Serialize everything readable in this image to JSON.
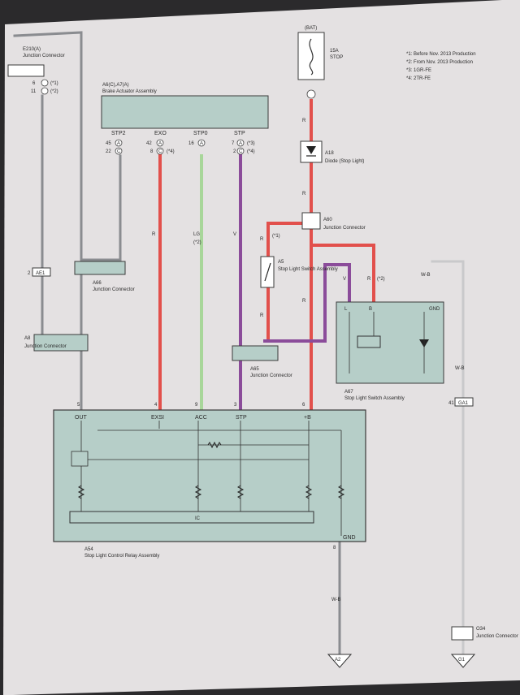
{
  "notes": [
    "*1: Before Nov. 2013 Production",
    "*2: From Nov. 2013 Production",
    "*3: 1GR-FE",
    "*4: 2TR-FE"
  ],
  "fuse": {
    "source": "(BAT)",
    "rating": "15A",
    "name": "STOP"
  },
  "junction_top_left": {
    "code": "E210(A)",
    "name": "Junction Connector",
    "pin1": "6",
    "pin1_note": "(*1)",
    "pin2": "11",
    "pin2_note": "(*2)"
  },
  "brake_actuator": {
    "code": "A6(C),A7(A)",
    "name": "Brake Actuator Assembly",
    "pins": [
      "STP2",
      "EXO",
      "STP0",
      "STP"
    ],
    "row1": [
      {
        "num": "45",
        "conn": "A",
        "note": ""
      },
      {
        "num": "42",
        "conn": "A",
        "note": ""
      },
      {
        "num": "16",
        "conn": "A",
        "note": ""
      },
      {
        "num": "7",
        "conn": "A",
        "note": "(*3)"
      }
    ],
    "row2": [
      {
        "num": "22",
        "conn": "C",
        "note": ""
      },
      {
        "num": "8",
        "conn": "C",
        "note": "(*4)"
      },
      {
        "num": "",
        "conn": "",
        "note": ""
      },
      {
        "num": "2",
        "conn": "C",
        "note": "(*4)"
      }
    ]
  },
  "wire_colors": {
    "R": "R",
    "LG": "LG",
    "V": "V",
    "WB": "W-B",
    "note2": "(*2)",
    "note1": "(*1)"
  },
  "diode": {
    "code": "A18",
    "name": "Diode (Stop Light)"
  },
  "junction_a60": {
    "code": "A60",
    "name": "Junction Connector"
  },
  "stop_switch": {
    "code": "A5",
    "name": "Stop Light Switch Assembly"
  },
  "switch_assy_a67": {
    "code": "A67",
    "name": "Stop Light Switch Assembly",
    "terminals": [
      "L",
      "B",
      "GND"
    ]
  },
  "junction_a66": {
    "code": "A66",
    "name": "Junction Connector"
  },
  "junction_a8": {
    "code": "A8",
    "name": "Junction Connector"
  },
  "junction_a65": {
    "code": "A65",
    "name": "Junction Connector"
  },
  "connector_ae1": {
    "label": "AE1",
    "pin": "2"
  },
  "connector_ga1": {
    "label": "GA1",
    "pin": "41"
  },
  "relay": {
    "code": "A54",
    "name": "Stop Light Control Relay Assembly",
    "terminals": [
      "OUT",
      "EXSI",
      "ACC",
      "STP",
      "+B",
      "GND"
    ],
    "pin_numbers": [
      "5",
      "4",
      "9",
      "3",
      "6",
      "8"
    ],
    "ic": "IC"
  },
  "junction_o34": {
    "code": "O34",
    "name": "Junction Connector"
  },
  "grounds": [
    "A2",
    "G1"
  ],
  "colors": {
    "red": "#e2504c",
    "lightgreen": "#a8d69a",
    "violet": "#8b4c9a",
    "gray": "#8a8c90",
    "box": "#b6cec8",
    "paper": "#e4e1e2"
  }
}
